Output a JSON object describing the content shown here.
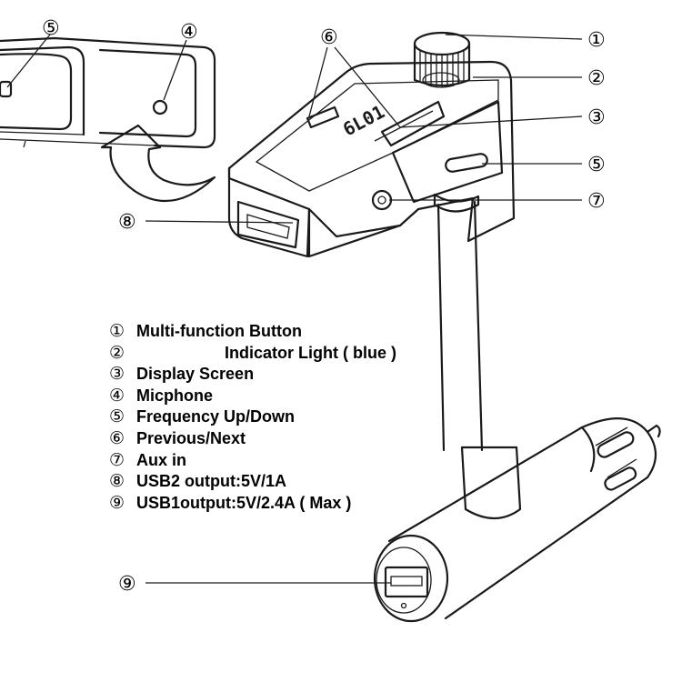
{
  "callouts": [
    {
      "id": "1",
      "mark": "①"
    },
    {
      "id": "2",
      "mark": "②"
    },
    {
      "id": "3",
      "mark": "③"
    },
    {
      "id": "4",
      "mark": "④"
    },
    {
      "id": "5",
      "mark": "⑤"
    },
    {
      "id": "6",
      "mark": "⑥"
    },
    {
      "id": "7",
      "mark": "⑦"
    },
    {
      "id": "8",
      "mark": "⑧"
    },
    {
      "id": "9",
      "mark": "⑨"
    }
  ],
  "device_display_text": "6L01",
  "legend": [
    {
      "mark": "①",
      "text": "Multi-function Button"
    },
    {
      "mark": "②",
      "text": "Indicator Light ( blue )",
      "indent": true
    },
    {
      "mark": "③",
      "text": "Display Screen"
    },
    {
      "mark": "④",
      "text": "Micphone"
    },
    {
      "mark": "⑤",
      "text": "Frequency Up/Down"
    },
    {
      "mark": "⑥",
      "text": "Previous/Next"
    },
    {
      "mark": "⑦",
      "text": "Aux in"
    },
    {
      "mark": "⑧",
      "text": "USB2 output:5V/1A"
    },
    {
      "mark": "⑨",
      "text": "USB1output:5V/2.4A ( Max )"
    }
  ]
}
